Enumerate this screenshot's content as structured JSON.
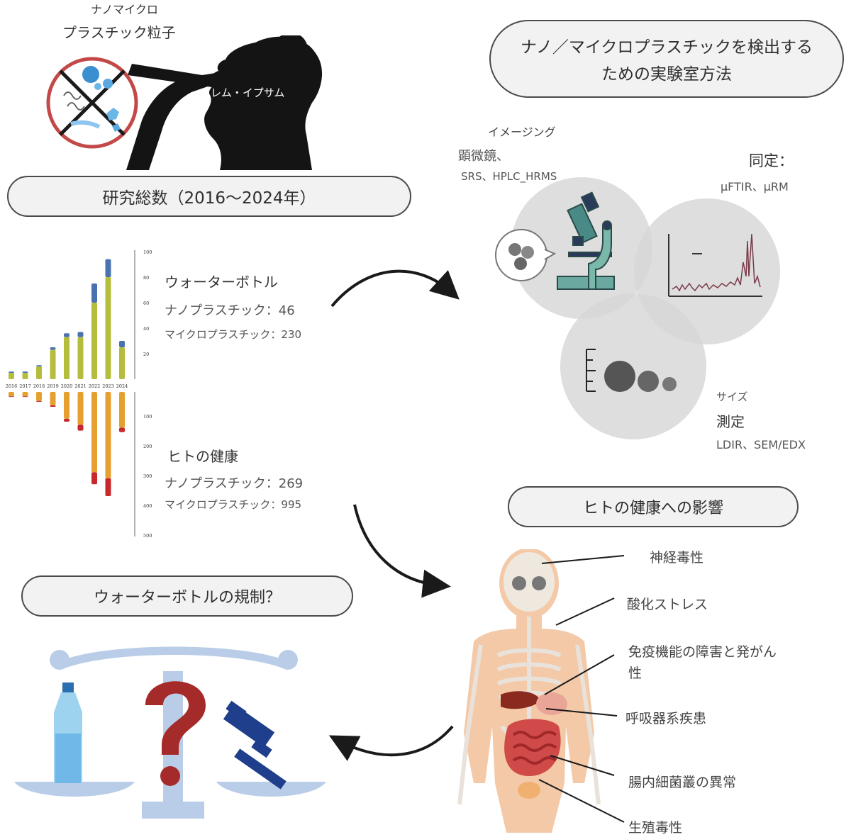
{
  "intake": {
    "title_small": "ナノマイクロ",
    "title_large": "プラスチック粒子",
    "watermark": "オレム・イプサム"
  },
  "headers": {
    "lab_methods_line1": "ナノ／マイクロプラスチックを検出する",
    "lab_methods_line2": "ための実験室方法",
    "total_studies": "研究総数（2016〜2024年）",
    "health_effects": "ヒトの健康への影響",
    "regulation": "ウォーターボトルの規制？"
  },
  "methods": {
    "imaging_title": "イメージング",
    "imaging_line1": "顕微鏡、",
    "imaging_line2": "SRS、HPLC_HRMS",
    "identification_title": "同定：",
    "identification_methods": "µFTIR、µRM",
    "size_title": "サイズ",
    "size_sub": "測定",
    "size_methods": "LDIR、SEM/EDX"
  },
  "studies": {
    "water_bottle": {
      "title": "ウォーターボトル",
      "nano": "ナノプラスチック：46",
      "micro": "マイクロプラスチック：230"
    },
    "human_health": {
      "title": "ヒトの健康",
      "nano": "ナノプラスチック：269",
      "micro": "マイクロプラスチック：995"
    }
  },
  "chart_data": {
    "type": "bar",
    "categories": [
      "2016",
      "2017",
      "2018",
      "2019",
      "2020",
      "2021",
      "2022",
      "2023",
      "2024"
    ],
    "upper_axis_ticks": [
      "100",
      "80",
      "60",
      "40",
      "20"
    ],
    "lower_axis_ticks": [
      "100",
      "200",
      "300",
      "400",
      "500"
    ],
    "upper_ylim": [
      0,
      100
    ],
    "lower_ylim": [
      0,
      500
    ],
    "series": [
      {
        "group": "water_bottle",
        "part": "micro",
        "color": "#b5bd3c",
        "values": [
          5,
          5,
          10,
          23,
          33,
          33,
          60,
          80,
          25
        ]
      },
      {
        "group": "water_bottle",
        "part": "nano",
        "color": "#4a72b0",
        "values": [
          1,
          1,
          1,
          2,
          3,
          4,
          15,
          14,
          5
        ]
      },
      {
        "group": "human_health",
        "part": "micro",
        "color": "#e6a030",
        "values": [
          15,
          15,
          30,
          45,
          90,
          110,
          270,
          290,
          120
        ]
      },
      {
        "group": "human_health",
        "part": "nano",
        "color": "#c8282c",
        "values": [
          2,
          2,
          3,
          5,
          10,
          20,
          40,
          60,
          15
        ]
      }
    ]
  },
  "effects": [
    "神経毒性",
    "酸化ストレス",
    "免疫機能の障害と発がん",
    "性",
    "呼吸器系疾患",
    "腸内細菌叢の異常",
    "生殖毒性"
  ],
  "colors": {
    "pill_border": "#4a4a4a",
    "pill_fill": "#f2f2f2",
    "venn_fill": "#d8d8d8",
    "arrow": "#1a1a1a",
    "scale": "#b9cde8",
    "question_mark": "#a52a2a",
    "gavel": "#1f3f8c"
  }
}
